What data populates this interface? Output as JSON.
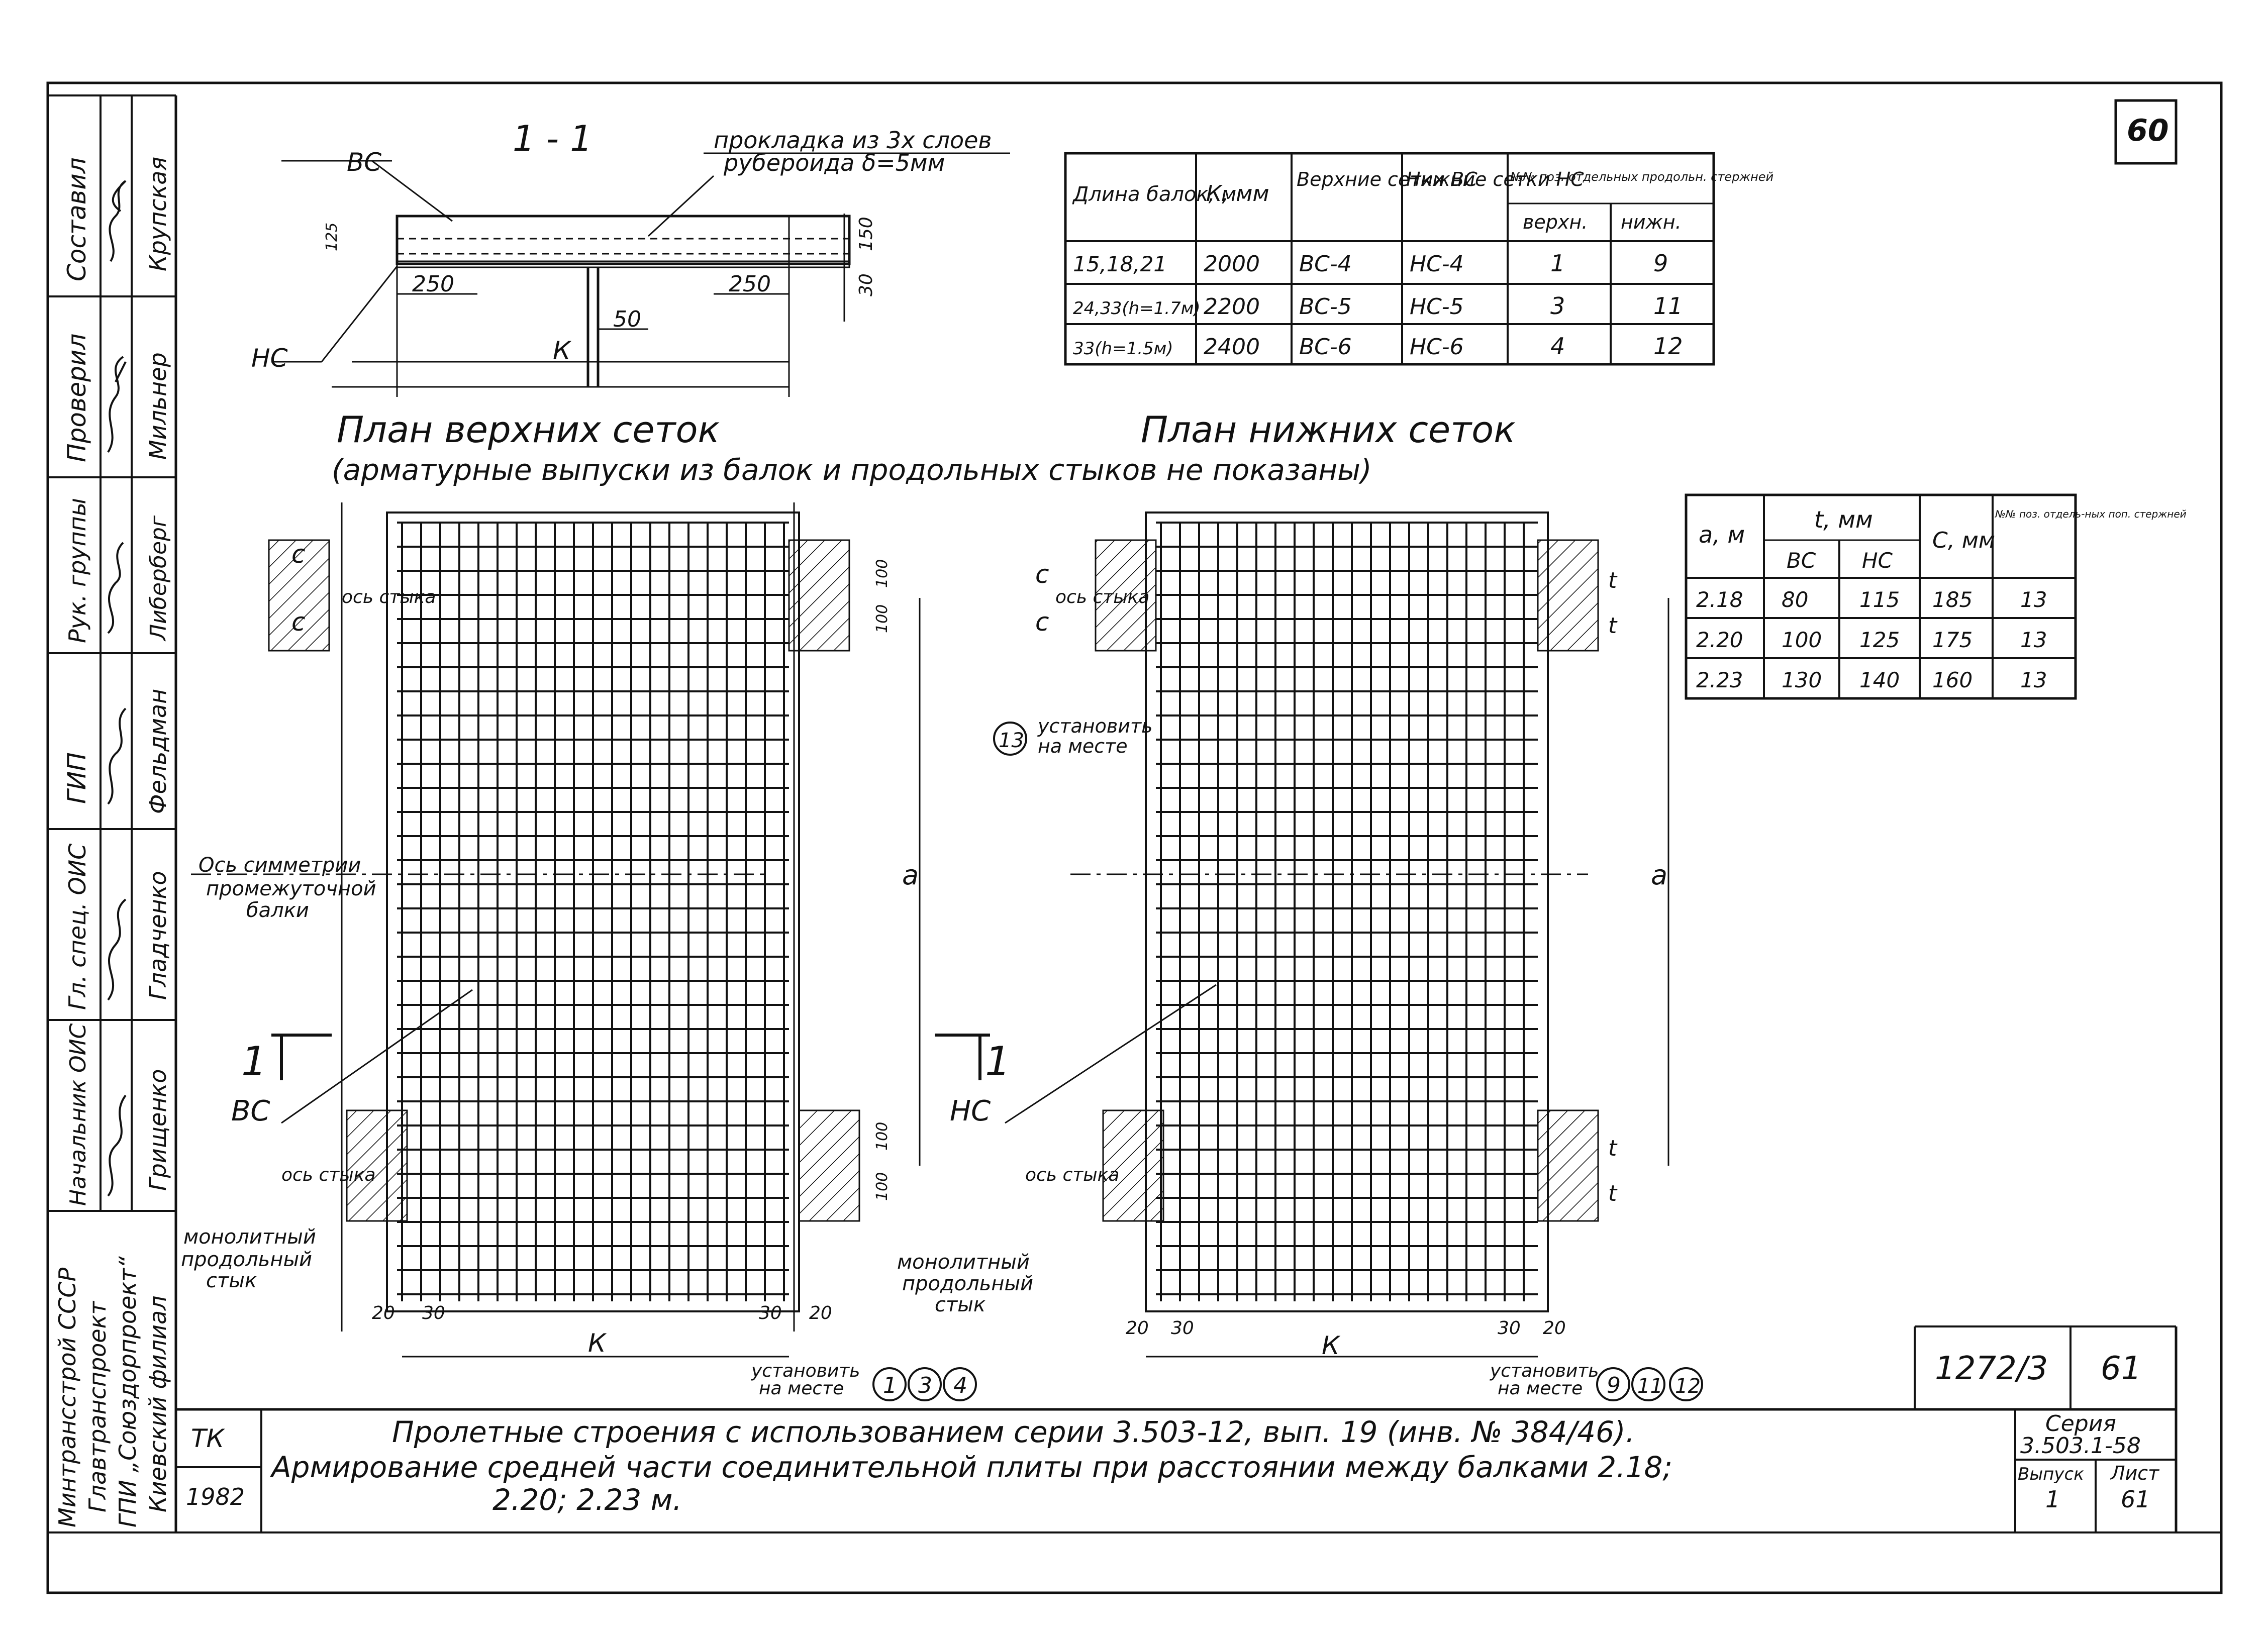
{
  "sheet": {
    "number_top": "60",
    "section_title": "1 - 1",
    "section_note": [
      "прокладка  из 3х слоев",
      "рубероида  δ=5мм"
    ],
    "plan_upper": "План   верхних   сеток",
    "plan_lower": "План   нижних   сеток",
    "plan_note": "(арматурные   выпуски   из   балок   и   продольных стыков  не  показаны)"
  },
  "section_labels": {
    "bc": "ВС",
    "hc": "НС",
    "d250a": "250",
    "d250b": "250",
    "d50": "50",
    "k": "К",
    "d125": "125",
    "d150": "150",
    "d30": "30"
  },
  "table_k": {
    "header": [
      "Длина балок, м",
      "К, мм",
      "Верхние сетки ВС",
      "Нижние сетки НС",
      "№№ поз. отдельных продольн. стержней"
    ],
    "subheader": [
      "верхн.",
      "нижн."
    ],
    "rows": [
      [
        "15,18,21",
        "2000",
        "ВС-4",
        "НС-4",
        "1",
        "9"
      ],
      [
        "24,33(h=1.7м)",
        "2200",
        "ВС-5",
        "НС-5",
        "3",
        "11"
      ],
      [
        "33(h=1.5м)",
        "2400",
        "ВС-6",
        "НС-6",
        "4",
        "12"
      ]
    ]
  },
  "table_a": {
    "header": [
      "а, м",
      "t, мм",
      "С, мм",
      "№№ поз. отдель-ных поп. стержней"
    ],
    "subheader": [
      "ВС",
      "НС"
    ],
    "rows": [
      [
        "2.18",
        "80",
        "115",
        "185",
        "13"
      ],
      [
        "2.20",
        "100",
        "125",
        "175",
        "13"
      ],
      [
        "2.23",
        "130",
        "140",
        "160",
        "13"
      ]
    ]
  },
  "plan_labels": {
    "c": "с",
    "t": "t",
    "os_styka": "ось стыка",
    "axis_sym": [
      "Ось симметрии",
      "промежуточной",
      "балки"
    ],
    "a": "а",
    "d100": "100",
    "d20": "20",
    "d30": "30",
    "k": "К",
    "section_mark": "1",
    "bc": "ВС",
    "hc": "НС",
    "monolith": [
      "монолитный",
      "продольный",
      "стык"
    ],
    "install": [
      "установить",
      "на месте"
    ],
    "install_13": [
      "установить",
      "на месте"
    ],
    "pos_upper": [
      "1",
      "3",
      "4"
    ],
    "pos_lower": [
      "9",
      "11",
      "12"
    ],
    "pos_13": "13"
  },
  "side_stamp": {
    "roles": [
      "Составил",
      "Проверил",
      "Рук. группы",
      "ГИП",
      "Гл. спец. ОИС",
      "Начальник ОИС"
    ],
    "names": [
      "Крупская",
      "Мильнер",
      "Либерберг",
      "Фельдман",
      "Гладченко",
      "Грищенко"
    ],
    "org": [
      "Минтрансстрой СССР",
      "Главтранспроект",
      "ГПИ „Союздорпроект“",
      "Киевский филиал"
    ]
  },
  "title_block": {
    "code": "1272/3",
    "sheet_right": "61",
    "tk": "ТК",
    "year": "1982",
    "title_line1": "Пролетные  строения  с  использованием  серии  3.503-12,  вып. 19 (инв. № 384/46).",
    "title_line2": "Армирование  средней  части  соединительной  плиты  при  расстоянии  между  балками 2.18;",
    "title_line3": "2.20;  2.23 м.",
    "series_label": "Серия",
    "series_value": "3.503.1-58",
    "issue_label": "Выпуск",
    "issue_value": "1",
    "sheet_label": "Лист",
    "sheet_value": "61"
  }
}
